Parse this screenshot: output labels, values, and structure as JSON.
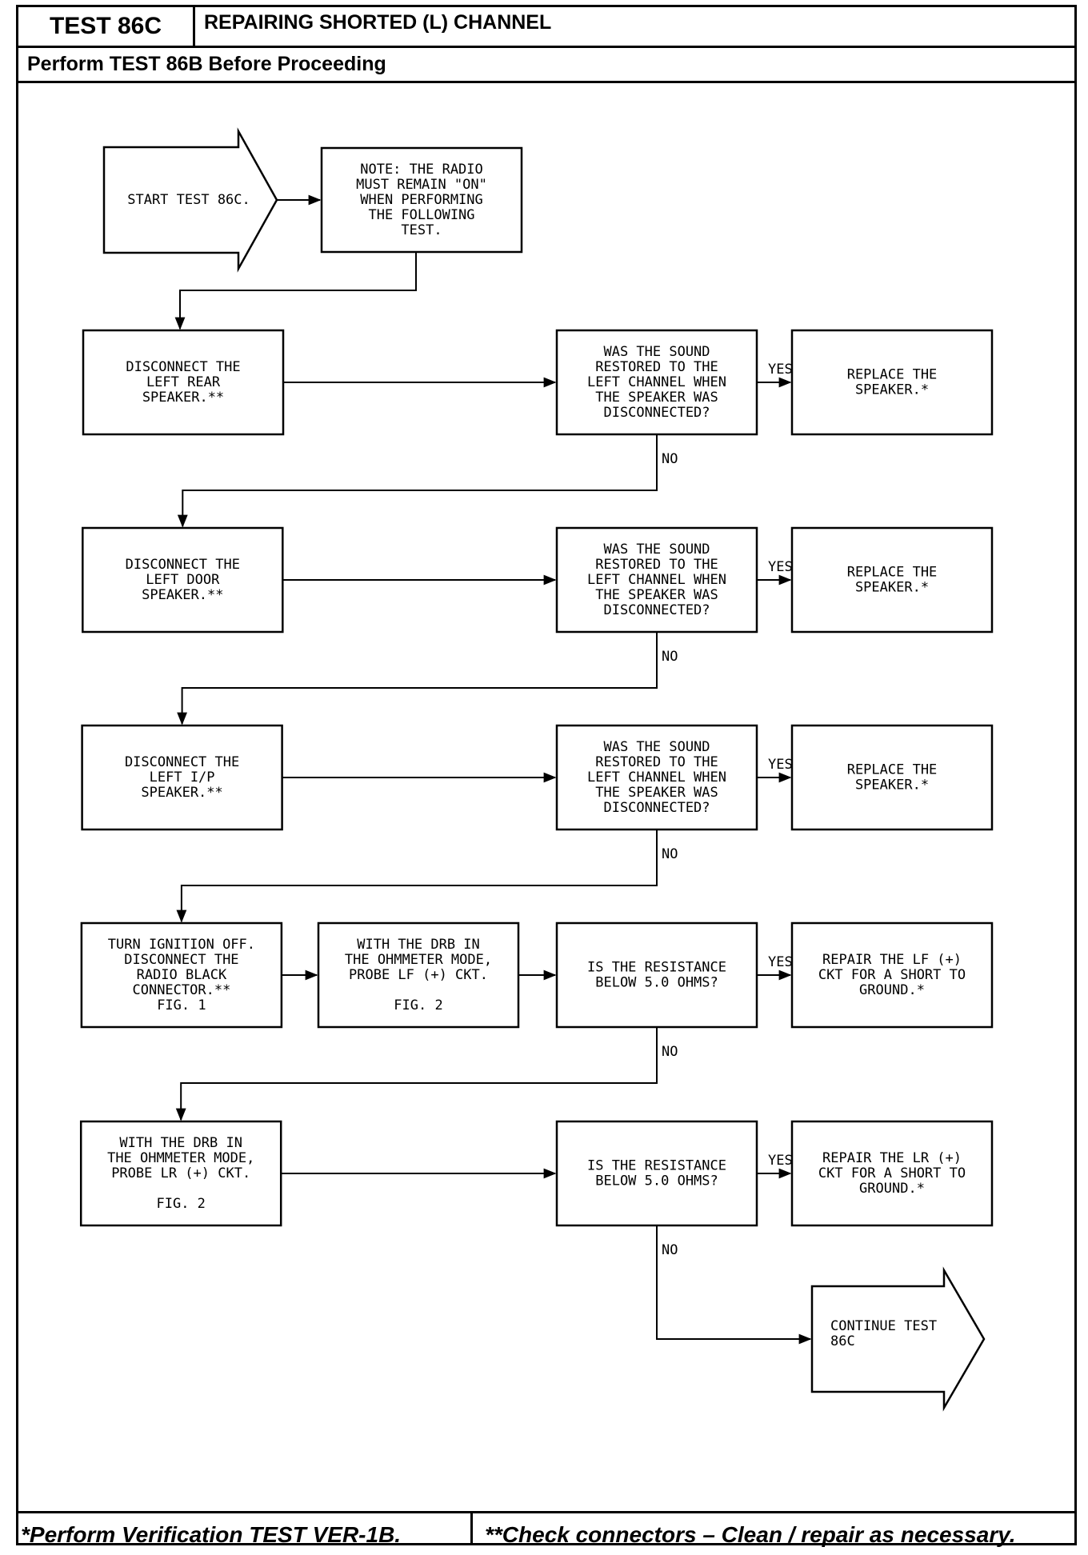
{
  "header": {
    "test_id": "TEST 86C",
    "title": "REPAIRING SHORTED (L) CHANNEL",
    "prerequisite": "Perform TEST 86B Before Proceeding"
  },
  "footer": {
    "left": "*Perform Verification TEST VER-1B.",
    "right": "**Check connectors – Clean / repair as necessary."
  },
  "flowchart": {
    "start": [
      "START TEST 86C."
    ],
    "note": [
      "NOTE: THE RADIO",
      "MUST REMAIN \"ON\"",
      "WHEN PERFORMING",
      "THE FOLLOWING",
      "TEST."
    ],
    "rows": [
      {
        "action": [
          "DISCONNECT THE",
          "LEFT REAR",
          "SPEAKER.**"
        ],
        "question": [
          "WAS THE SOUND",
          "RESTORED TO THE",
          "LEFT CHANNEL WHEN",
          "THE SPEAKER WAS",
          "DISCONNECTED?"
        ],
        "yes_label": "YES",
        "result": [
          "REPLACE THE",
          "SPEAKER.*"
        ],
        "no_label": "NO"
      },
      {
        "action": [
          "DISCONNECT THE",
          "LEFT DOOR",
          "SPEAKER.**"
        ],
        "question": [
          "WAS THE SOUND",
          "RESTORED TO THE",
          "LEFT CHANNEL WHEN",
          "THE SPEAKER WAS",
          "DISCONNECTED?"
        ],
        "yes_label": "YES",
        "result": [
          "REPLACE THE",
          "SPEAKER.*"
        ],
        "no_label": "NO"
      },
      {
        "action": [
          "DISCONNECT THE",
          "LEFT I/P",
          "SPEAKER.**"
        ],
        "question": [
          "WAS THE SOUND",
          "RESTORED TO THE",
          "LEFT CHANNEL WHEN",
          "THE SPEAKER WAS",
          "DISCONNECTED?"
        ],
        "yes_label": "YES",
        "result": [
          "REPLACE THE",
          "SPEAKER.*"
        ],
        "no_label": "NO"
      },
      {
        "action": [
          "TURN IGNITION OFF.",
          "DISCONNECT THE",
          "RADIO BLACK",
          "CONNECTOR.**",
          "FIG. 1"
        ],
        "middle": [
          "WITH THE DRB IN",
          "THE OHMMETER MODE,",
          "PROBE LF (+) CKT.",
          "",
          "FIG. 2"
        ],
        "question": [
          "IS THE RESISTANCE",
          "BELOW 5.0 OHMS?"
        ],
        "yes_label": "YES",
        "result": [
          "REPAIR THE LF (+)",
          "CKT FOR A SHORT TO",
          "GROUND.*"
        ],
        "no_label": "NO"
      },
      {
        "action": [
          "WITH THE DRB IN",
          "THE OHMMETER MODE,",
          "PROBE LR (+) CKT.",
          "",
          "FIG. 2"
        ],
        "question": [
          "IS THE RESISTANCE",
          "BELOW 5.0 OHMS?"
        ],
        "yes_label": "YES",
        "result": [
          "REPAIR THE LR (+)",
          "CKT FOR A SHORT TO",
          "GROUND.*"
        ],
        "no_label": "NO"
      }
    ],
    "end": [
      "CONTINUE TEST",
      "86C"
    ]
  }
}
